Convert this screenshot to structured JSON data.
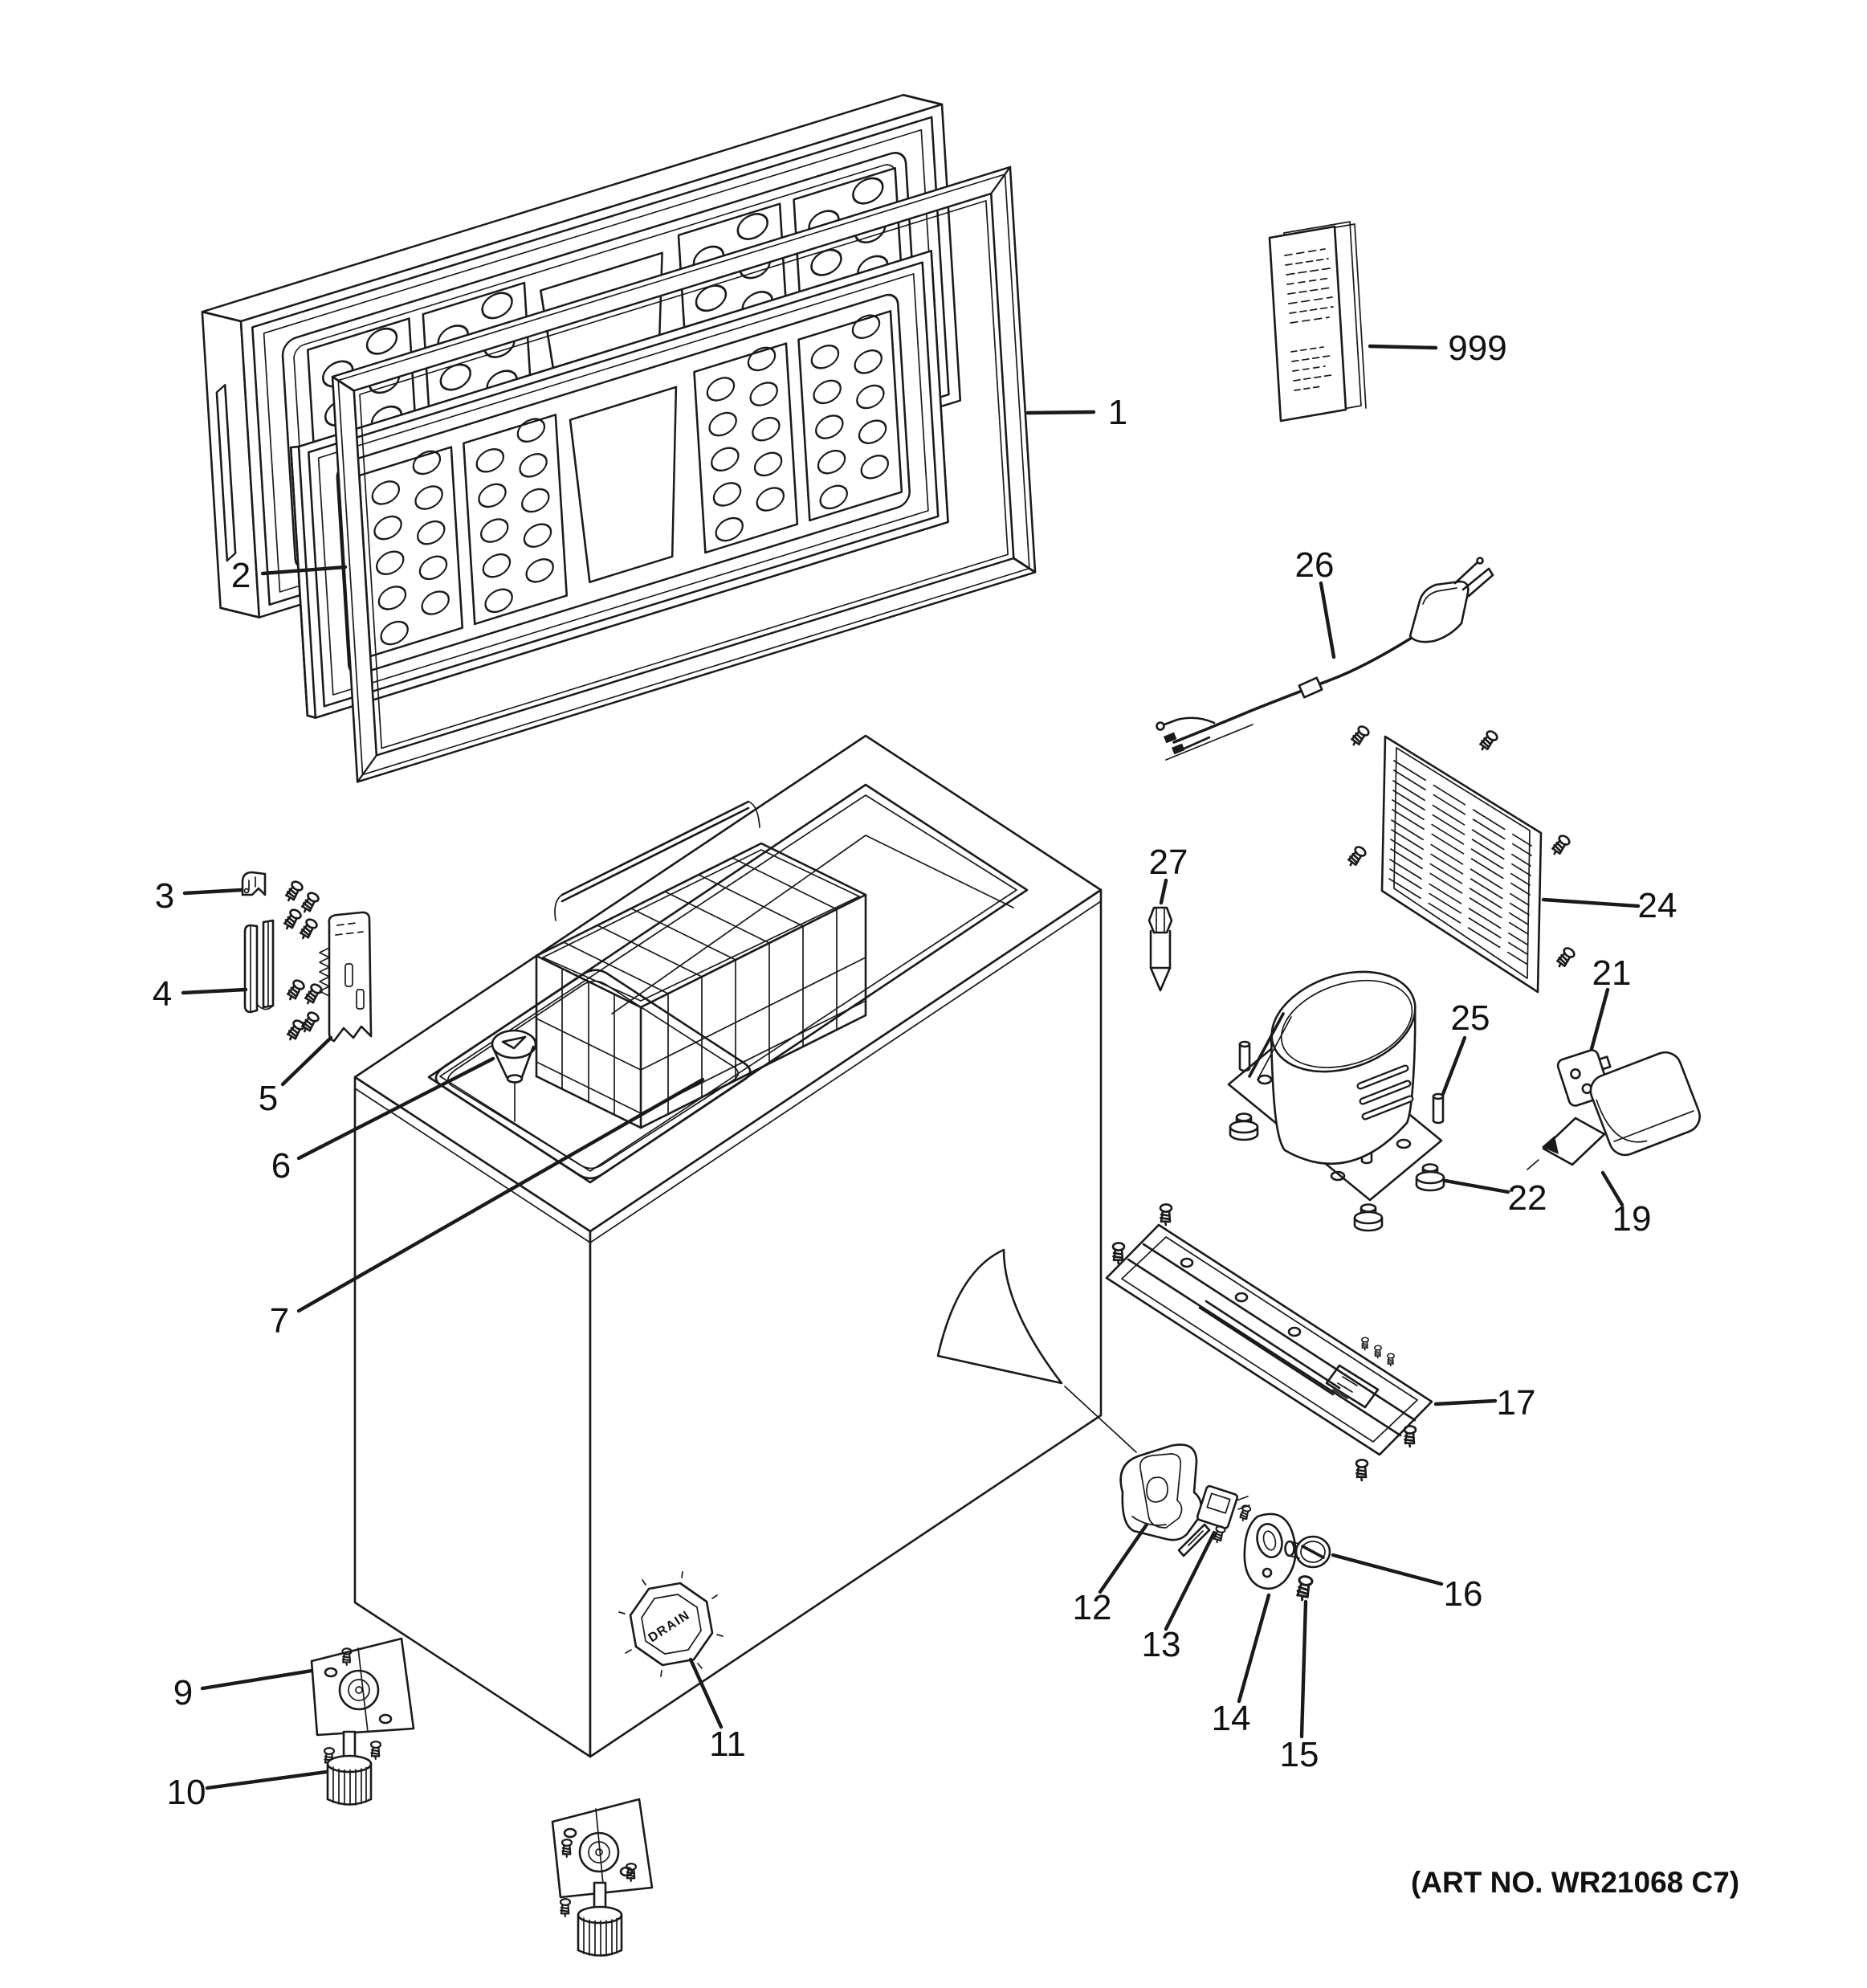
{
  "title_hidden": "",
  "art_no": "(ART NO. WR21068 C7)",
  "drain_cap_text": "DRAIN",
  "colors": {
    "line": "#1a1a1a",
    "background": "#ffffff"
  },
  "callouts": [
    {
      "label": "1",
      "part": "lid-gasket"
    },
    {
      "label": "2",
      "part": "lid-outer-door"
    },
    {
      "label": "3",
      "part": "hinge-cover-cap"
    },
    {
      "label": "4",
      "part": "hinge-trim-channel"
    },
    {
      "label": "5",
      "part": "hinge-spring-plate"
    },
    {
      "label": "6",
      "part": "temperature-indicator"
    },
    {
      "label": "7",
      "part": "wire-basket"
    },
    {
      "label": "9",
      "part": "leg-bracket"
    },
    {
      "label": "10",
      "part": "leveling-leg"
    },
    {
      "label": "11",
      "part": "drain-cap"
    },
    {
      "label": "12",
      "part": "control-housing"
    },
    {
      "label": "13",
      "part": "thermostat-switch"
    },
    {
      "label": "14",
      "part": "control-mounting-plate"
    },
    {
      "label": "15",
      "part": "control-screw"
    },
    {
      "label": "16",
      "part": "control-knob"
    },
    {
      "label": "17",
      "part": "compressor-mounting-bracket"
    },
    {
      "label": "19",
      "part": "relay-cover"
    },
    {
      "label": "21",
      "part": "relay"
    },
    {
      "label": "22",
      "part": "compressor-grommet"
    },
    {
      "label": "24",
      "part": "vent-grille"
    },
    {
      "label": "25",
      "part": "mounting-pin"
    },
    {
      "label": "26",
      "part": "power-cord"
    },
    {
      "label": "27",
      "part": "shipping-pin"
    },
    {
      "label": "999",
      "part": "owners-manual"
    }
  ]
}
